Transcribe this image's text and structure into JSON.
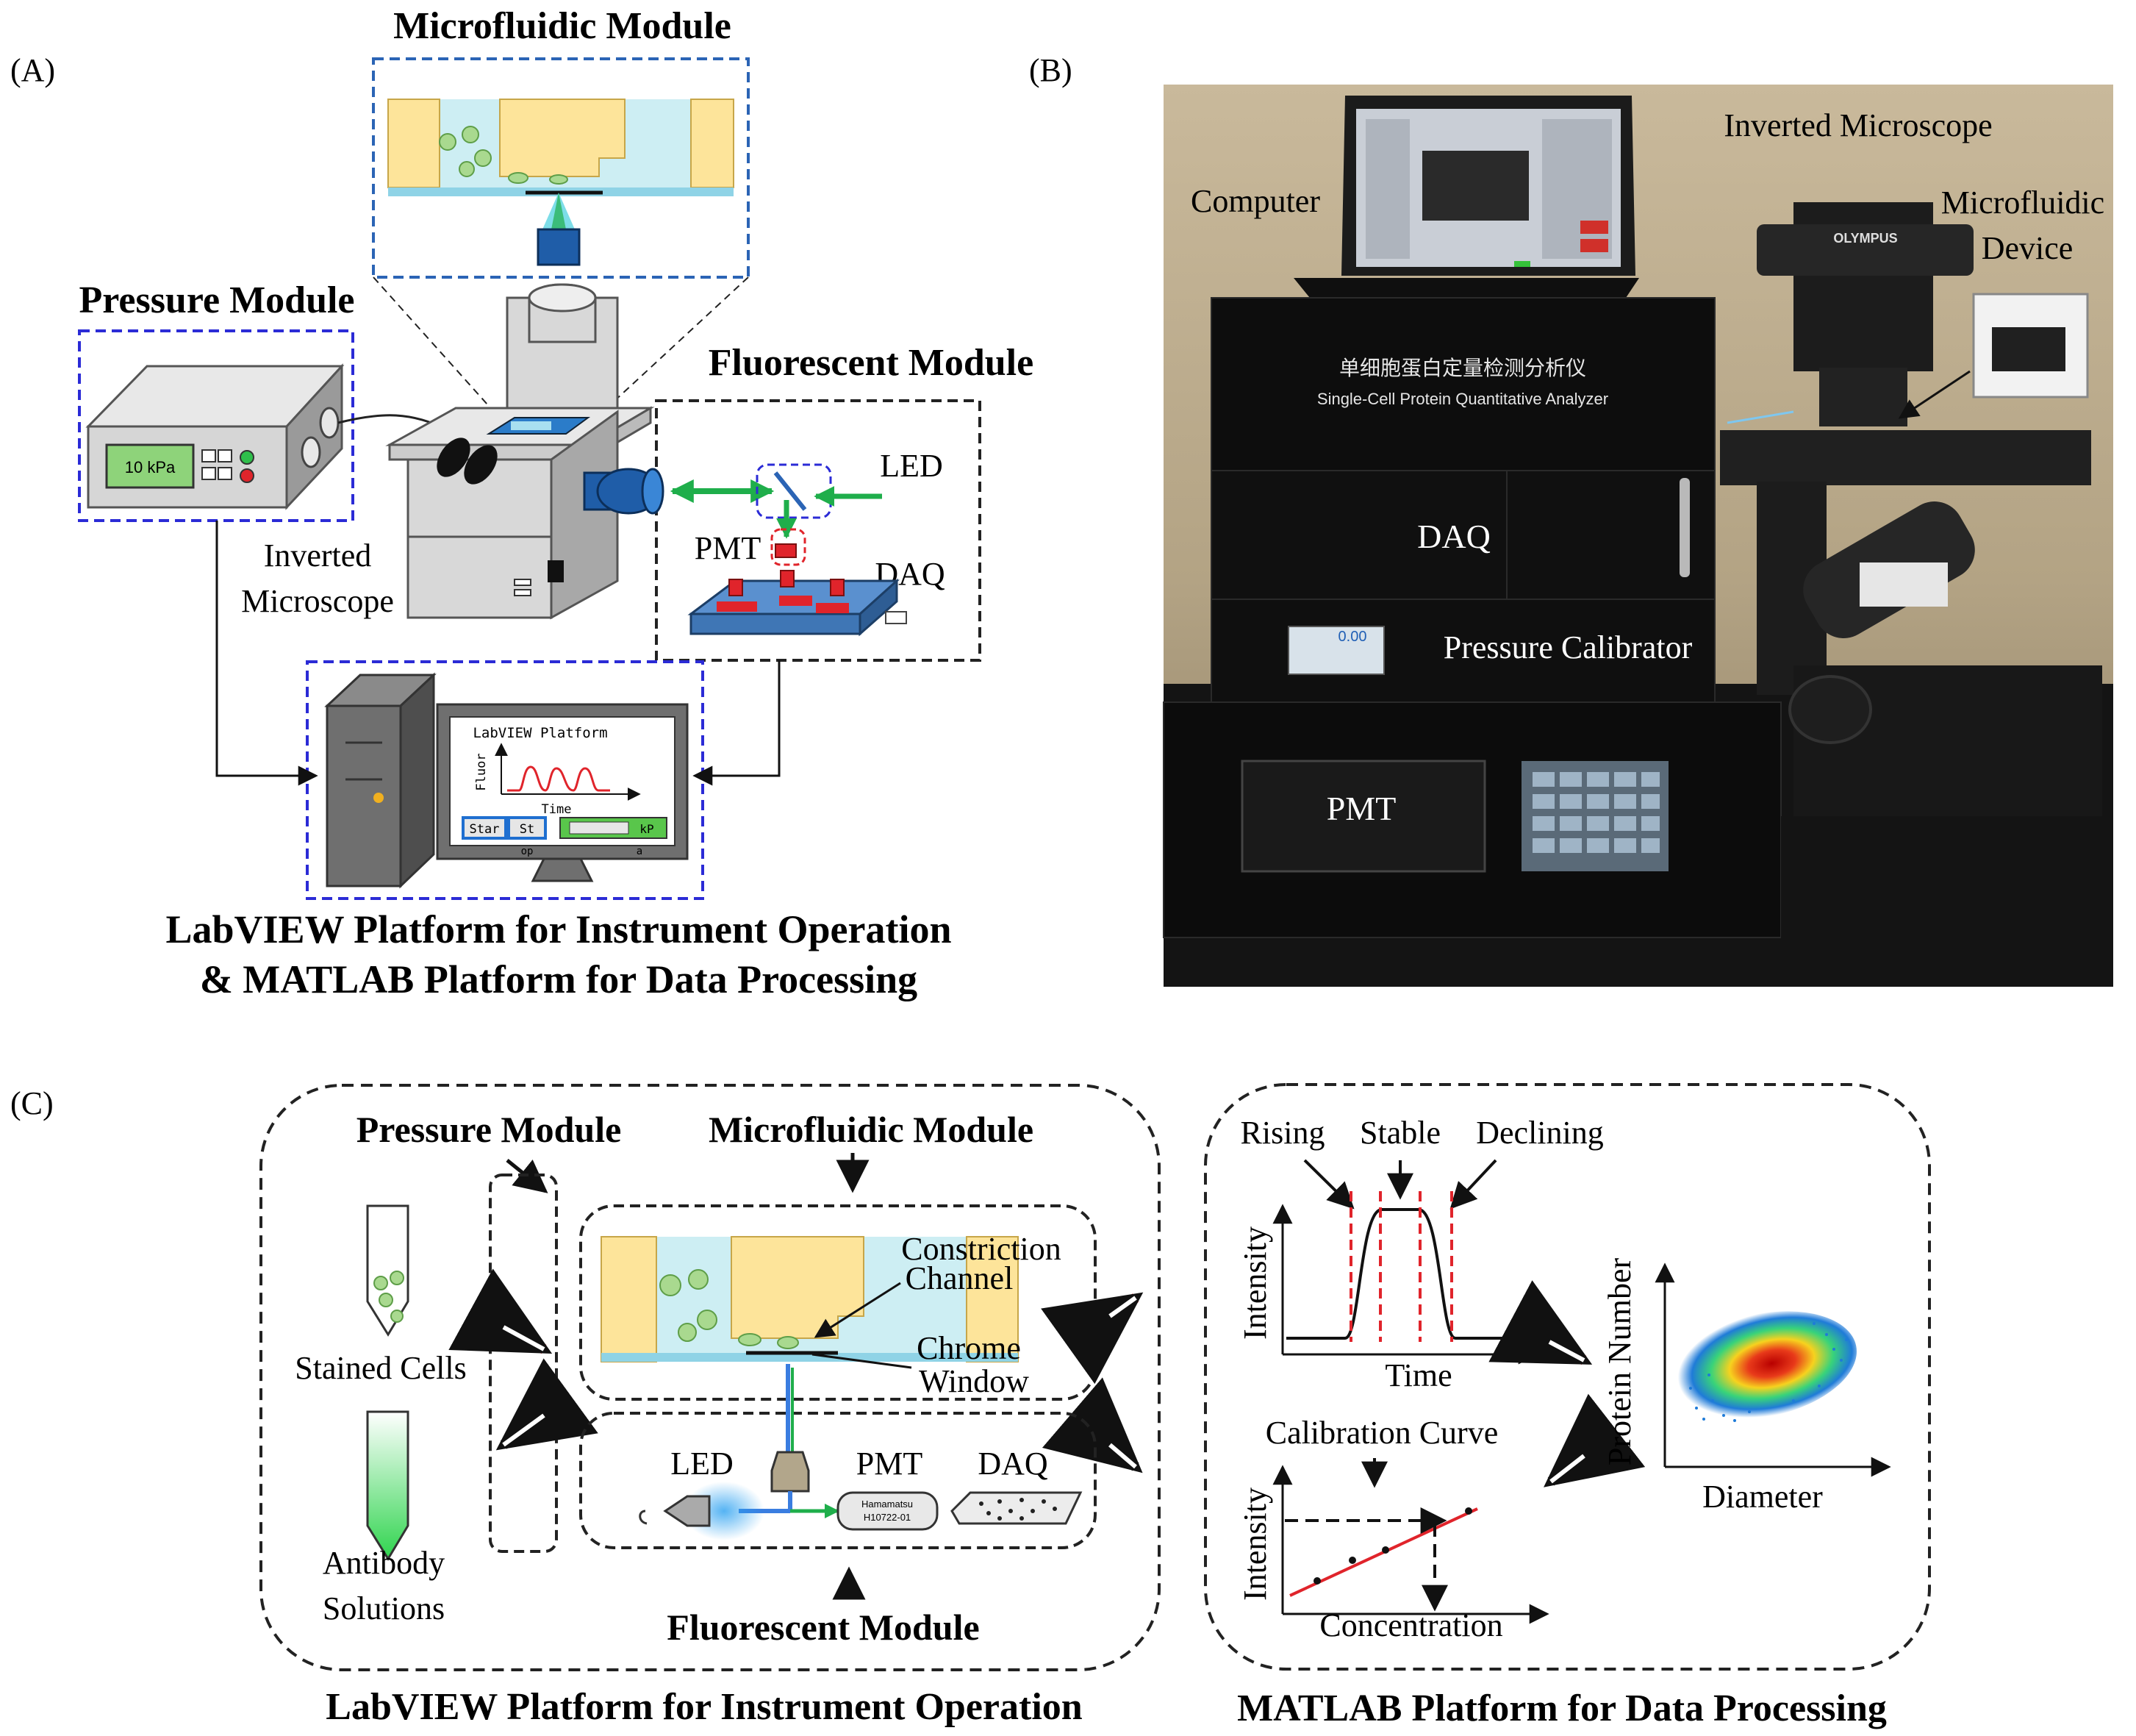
{
  "panel_a": {
    "label": "(A)",
    "microfluidic_title": "Microfluidic Module",
    "pressure_title": "Pressure Module",
    "pressure_display": "10 kPa",
    "fluorescent_title": "Fluorescent Module",
    "led_label": "LED",
    "pmt_label": "PMT",
    "daq_label": "DAQ",
    "microscope_label_1": "Inverted",
    "microscope_label_2": "Microscope",
    "screen_title": "LabVIEW Platform",
    "screen_y_label": "Fluor",
    "screen_x_label": "Time",
    "screen_btn_start": "Star",
    "screen_btn_stop": "St",
    "screen_btn_under_1": "op",
    "screen_field_unit": "kP",
    "screen_field_under": "a",
    "caption_1": "LabVIEW Platform for Instrument Operation",
    "caption_2": "& MATLAB Platform for Data Processing"
  },
  "panel_b": {
    "label": "(B)",
    "computer": "Computer",
    "inverted_microscope": "Inverted Microscope",
    "microfluidic_1": "Microfluidic",
    "microfluidic_2": "Device",
    "instrument_cn": "单细胞蛋白定量检测分析仪",
    "instrument_en": "Single-Cell Protein Quantitative Analyzer",
    "daq": "DAQ",
    "calibrator_reading": "0.00",
    "pressure_calibrator": "Pressure Calibrator",
    "pmt": "PMT",
    "microscope_brand": "OLYMPUS"
  },
  "panel_c": {
    "label": "(C)",
    "pressure_title": "Pressure Module",
    "microfluidic_title": "Microfluidic Module",
    "stained_cells": "Stained Cells",
    "antibody_1": "Antibody",
    "antibody_2": "Solutions",
    "constriction_1": "Constriction",
    "constriction_2": "Channel",
    "chrome_1": "Chrome",
    "chrome_2": "Window",
    "led": "LED",
    "pmt": "PMT",
    "daq": "DAQ",
    "pmt_tube_1": "Hamamatsu",
    "pmt_tube_2": "H10722-01",
    "fluorescent_title": "Fluorescent Module",
    "labview_caption": "LabVIEW Platform for Instrument Operation",
    "rising": "Rising",
    "stable": "Stable",
    "declining": "Declining",
    "intensity": "Intensity",
    "time": "Time",
    "calibration_curve": "Calibration Curve",
    "concentration": "Concentration",
    "protein_number": "Protein Number",
    "diameter": "Diameter",
    "matlab_caption": "MATLAB Platform for Data Processing"
  },
  "colors": {
    "yellow": "#fde49a",
    "channel_blue": "#cdeef3",
    "dash_blue": "#2b2bd6",
    "dash_black": "#222222",
    "red_marker": "#e0242b",
    "green_arrow": "#1fae4b",
    "lcd_green": "#8ed37a"
  }
}
